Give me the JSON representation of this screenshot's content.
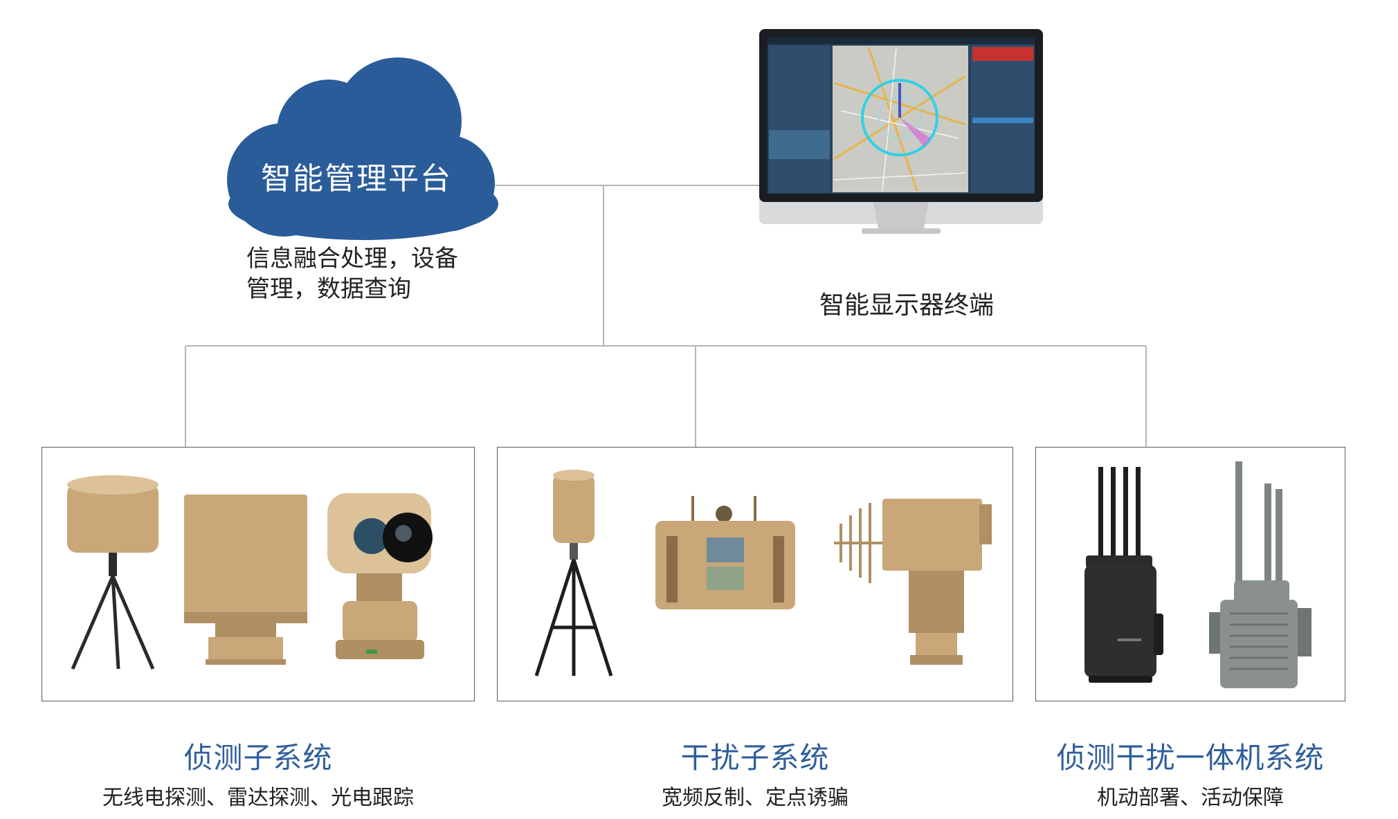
{
  "platform": {
    "title": "智能管理平台",
    "description_lines": [
      "信息融合处理，设备",
      "管理，数据查询"
    ]
  },
  "terminal": {
    "label": "智能显示器终端"
  },
  "subsystems": [
    {
      "title": "侦测子系统",
      "description": "无线电探测、雷达探测、光电跟踪"
    },
    {
      "title": "干扰子系统",
      "description": "宽频反制、定点诱骗"
    },
    {
      "title": "侦测干扰一体机系统",
      "description": "机动部署、活动保障"
    }
  ],
  "colors": {
    "cloud": "#2a5c9a",
    "title_blue": "#2f5e9c",
    "connector": "#b5b5b5",
    "device_tan": "#c9a779",
    "device_dark": "#2b2b2b",
    "device_gray": "#7d8580"
  }
}
